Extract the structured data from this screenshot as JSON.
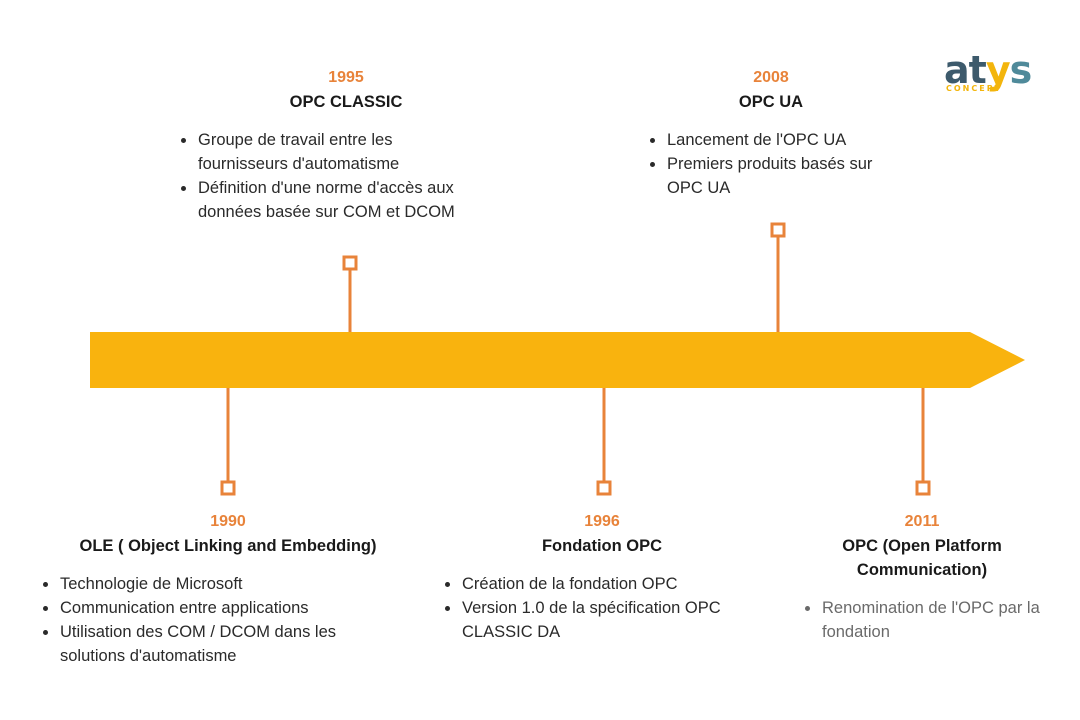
{
  "colors": {
    "timeline_arrow": "#f9b30e",
    "connector": "#e8833a",
    "year_text": "#e8833a",
    "logo_primary": "#3d5a6c",
    "logo_accent": "#f3b50c"
  },
  "logo": {
    "part1": "at",
    "part2": "y",
    "part3": "s",
    "subtitle": "CONCEPT"
  },
  "events": [
    {
      "id": "1995",
      "year": "1995",
      "title": "OPC CLASSIC",
      "points": [
        "Groupe de travail entre les fournisseurs d'automatisme",
        "Définition d'une norme d'accès aux données basée sur COM et DCOM"
      ]
    },
    {
      "id": "2008",
      "year": "2008",
      "title": "OPC UA",
      "points": [
        "Lancement de l'OPC UA",
        "Premiers produits basés sur OPC UA"
      ]
    },
    {
      "id": "1990",
      "year": "1990",
      "title": "OLE ( Object Linking and Embedding)",
      "points": [
        "Technologie de Microsoft",
        "Communication entre applications",
        "Utilisation des COM / DCOM dans les solutions d'automatisme"
      ]
    },
    {
      "id": "1996",
      "year": "1996",
      "title": "Fondation OPC",
      "points": [
        "Création de la fondation OPC",
        "Version 1.0 de la spécification OPC CLASSIC DA"
      ]
    },
    {
      "id": "2011",
      "year": "2011",
      "title": "OPC (Open Platform Communication)",
      "points": [
        "Renomination de l'OPC par la fondation"
      ]
    }
  ]
}
